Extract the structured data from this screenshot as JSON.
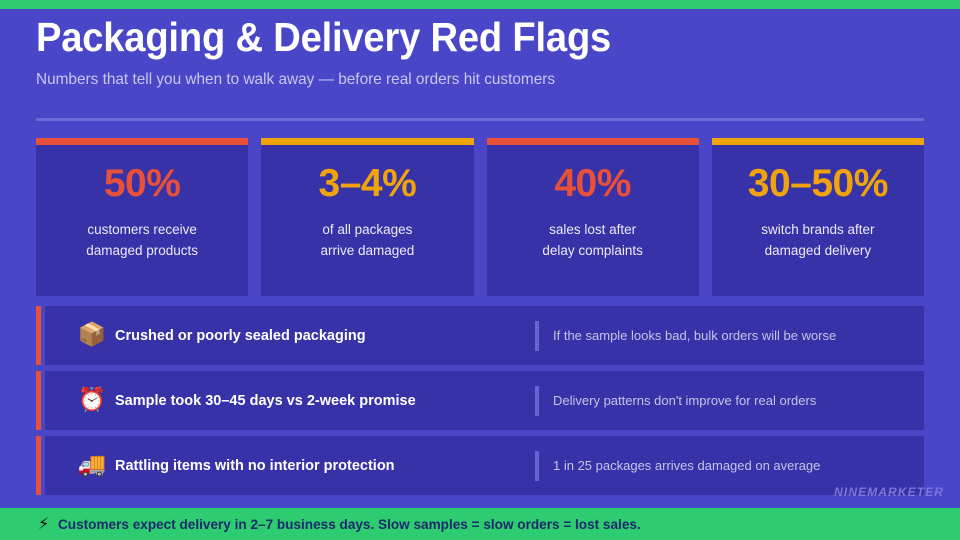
{
  "theme": {
    "background": "#4a46c8",
    "panel": "#3832a8",
    "accent_green": "#2ecc71",
    "accent_red": "#e8503a",
    "accent_orange": "#f0a30a",
    "divider": "#6f6ada",
    "text_muted": "#c9c7ee",
    "footer_text": "#1b2a6b"
  },
  "header": {
    "title": "Packaging & Delivery Red Flags",
    "subtitle": "Numbers that tell you when to walk away — before real orders hit customers"
  },
  "stats": [
    {
      "value": "50%",
      "label": "customers receive\ndamaged products",
      "label_line1": "customers receive",
      "label_line2": "damaged products",
      "color": "#e8503a"
    },
    {
      "value": "3–4%",
      "label": "of all packages\narrive damaged",
      "label_line1": "of all packages",
      "label_line2": "arrive damaged",
      "color": "#f0a30a"
    },
    {
      "value": "40%",
      "label": "sales lost after\ndelay complaints",
      "label_line1": "sales lost after",
      "label_line2": "delay complaints",
      "color": "#e8503a"
    },
    {
      "value": "30–50%",
      "label": "switch brands after\ndamaged delivery",
      "label_line1": "switch brands after",
      "label_line2": "damaged delivery",
      "color": "#f0a30a"
    }
  ],
  "rows": [
    {
      "icon": "📦",
      "icon_name": "package-icon",
      "title": "Crushed or poorly sealed packaging",
      "detail": "If the sample looks bad, bulk orders will be worse"
    },
    {
      "icon": "⏰",
      "icon_name": "alarm-clock-icon",
      "title": "Sample took 30–45 days vs 2-week promise",
      "detail": "Delivery patterns don't improve for real orders"
    },
    {
      "icon": "🚚",
      "icon_name": "delivery-truck-icon",
      "title": "Rattling items with no interior protection",
      "detail": "1 in 25 packages arrives damaged on average"
    }
  ],
  "watermark": "NINEMARKETER",
  "footer": {
    "icon": "⚡",
    "text": "Customers expect delivery in 2–7 business days. Slow samples = slow orders = lost sales."
  }
}
